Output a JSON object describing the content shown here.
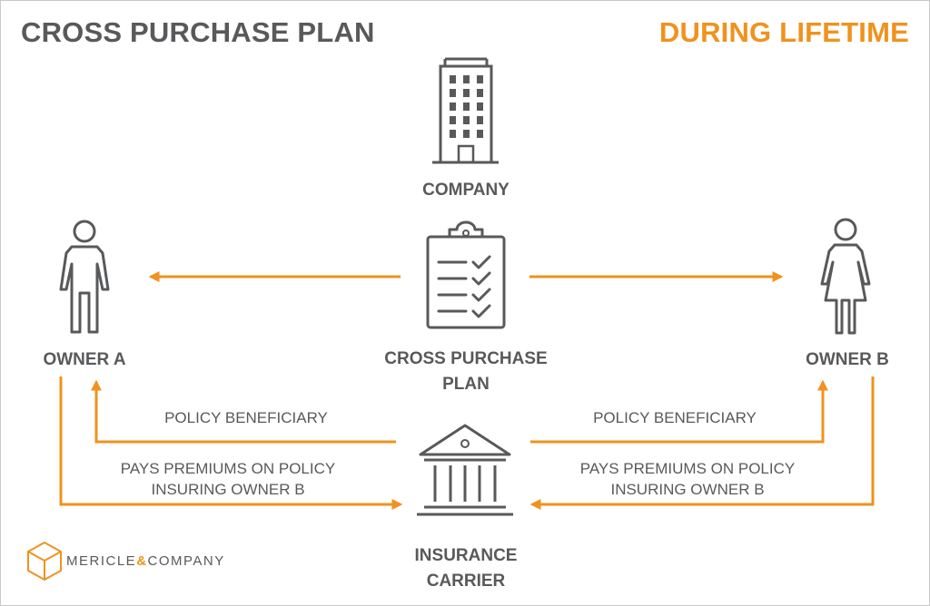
{
  "header": {
    "title": "CROSS PURCHASE PLAN",
    "subtitle": "DURING LIFETIME"
  },
  "nodes": {
    "company": "COMPANY",
    "plan_line1": "CROSS PURCHASE",
    "plan_line2": "PLAN",
    "owner_a": "OWNER A",
    "owner_b": "OWNER B",
    "carrier_line1": "INSURANCE",
    "carrier_line2": "CARRIER"
  },
  "flows": {
    "left_beneficiary": "POLICY BENEFICIARY",
    "left_premiums_line1": "PAYS PREMIUMS ON POLICY",
    "left_premiums_line2": "INSURING OWNER B",
    "right_beneficiary": "POLICY BENEFICIARY",
    "right_premiums_line1": "PAYS PREMIUMS ON POLICY",
    "right_premiums_line2": "INSURING OWNER B"
  },
  "logo": {
    "name_part1": "MERICLE",
    "ampersand": "&",
    "name_part2": "COMPANY"
  },
  "colors": {
    "accent": "#f0921d",
    "text": "#58595b",
    "icon": "#58595b"
  },
  "icons": {
    "company": "office-building-icon",
    "plan": "clipboard-checklist-icon",
    "owner_a": "man-figure-icon",
    "owner_b": "woman-figure-icon",
    "carrier": "bank-building-icon",
    "logo": "hexagon-cube-icon"
  }
}
